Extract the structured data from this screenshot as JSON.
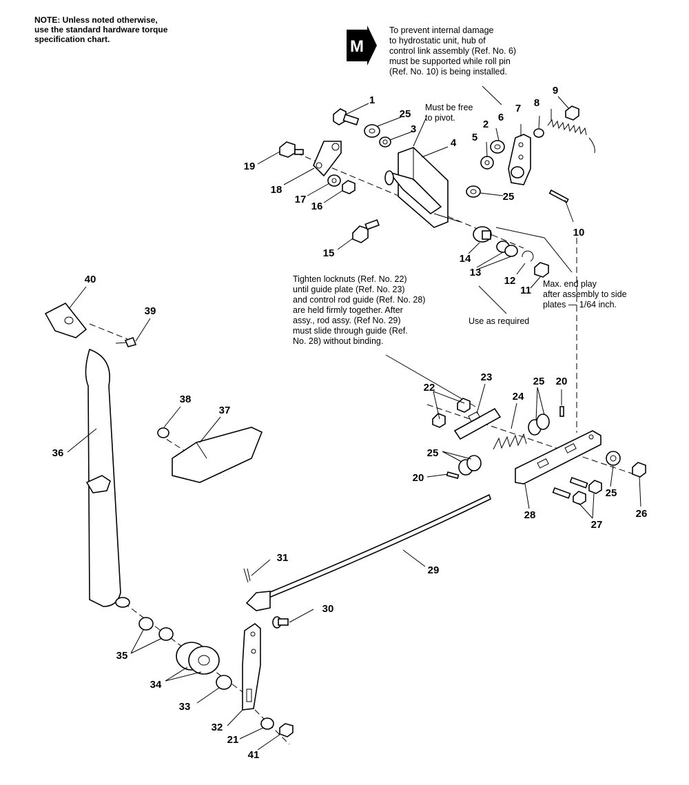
{
  "note": "NOTE: Unless noted otherwise,\nuse the standard hardware torque\nspecification chart.",
  "m_symbol": "M",
  "callouts": {
    "hydrostatic": "To prevent internal damage\nto hydrostatic unit, hub of\ncontrol link assembly (Ref. No. 6)\nmust be supported while roll pin\n(Ref. No. 10) is being installed.",
    "pivot": "Must be free\nto pivot.",
    "locknuts": "Tighten locknuts (Ref. No. 22)\nuntil guide plate (Ref. No. 23)\nand control rod guide (Ref. No. 28)\nare held firmly together. After\nassy., rod assy. (Ref No. 29)\nmust slide through guide (Ref.\nNo. 28) without binding.",
    "use_as_required": "Use as required",
    "end_play": "Max. end play\nafter assembly to side\nplates — 1/64 inch."
  },
  "part_labels": {
    "p1": "1",
    "p2": "2",
    "p3": "3",
    "p4": "4",
    "p5": "5",
    "p6": "6",
    "p7": "7",
    "p8": "8",
    "p9": "9",
    "p10": "10",
    "p11": "11",
    "p12": "12",
    "p13": "13",
    "p14": "14",
    "p15": "15",
    "p16": "16",
    "p17": "17",
    "p18": "18",
    "p19": "19",
    "p20a": "20",
    "p20b": "20",
    "p21": "21",
    "p22": "22",
    "p23": "23",
    "p24": "24",
    "p25a": "25",
    "p25b": "25",
    "p25c": "25",
    "p25d": "25",
    "p25e": "25",
    "p26": "26",
    "p27": "27",
    "p28": "28",
    "p29": "29",
    "p30": "30",
    "p31": "31",
    "p32": "32",
    "p33": "33",
    "p34": "34",
    "p35": "35",
    "p36": "36",
    "p37": "37",
    "p38": "38",
    "p39": "39",
    "p40": "40",
    "p41": "41"
  }
}
